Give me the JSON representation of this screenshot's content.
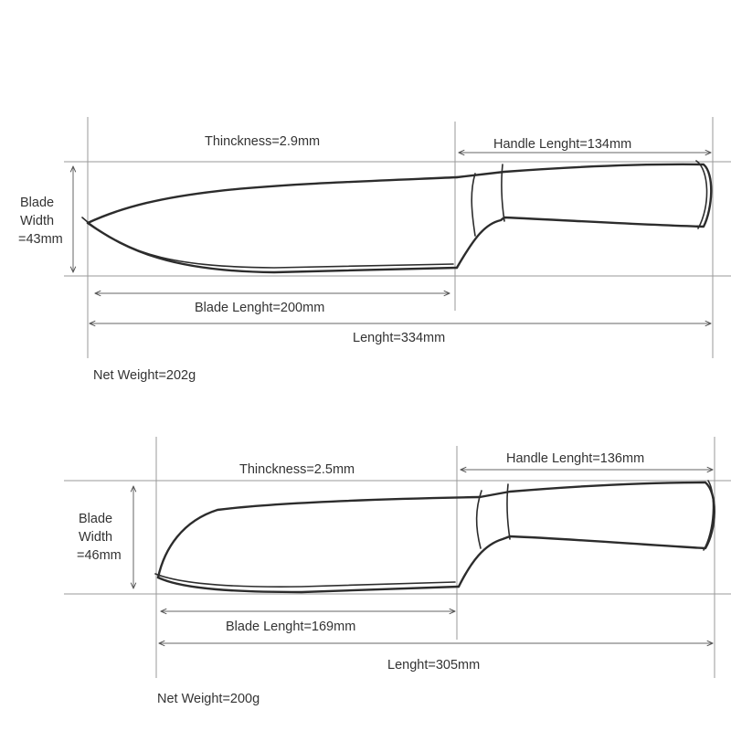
{
  "knives": [
    {
      "thickness": "Thinckness=2.9mm",
      "handle_length": "Handle Lenght=134mm",
      "blade_width": [
        "Blade",
        "Width",
        "=43mm"
      ],
      "blade_length": "Blade Lenght=200mm",
      "total_length": "Lenght=334mm",
      "net_weight": "Net Weight=202g"
    },
    {
      "thickness": "Thinckness=2.5mm",
      "handle_length": "Handle Lenght=136mm",
      "blade_width": [
        "Blade",
        "Width",
        "=46mm"
      ],
      "blade_length": "Blade Lenght=169mm",
      "total_length": "Lenght=305mm",
      "net_weight": "Net Weight=200g"
    }
  ],
  "colors": {
    "outline": "#2c2c2c",
    "text": "#333333",
    "guide": "#9a9a9a"
  }
}
